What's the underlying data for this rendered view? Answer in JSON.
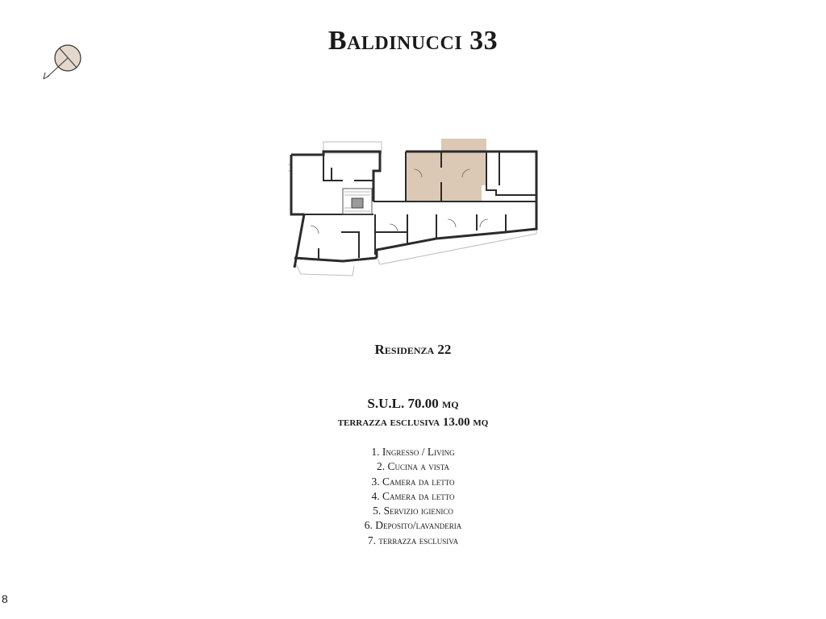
{
  "document": {
    "title": "Baldinucci 33",
    "residence": "Residenza 22",
    "area": "S.U.L. 70.00 mq",
    "terrace": "terrazza esclusiva 13.00 mq",
    "rooms": [
      "1. Ingresso / Living",
      "2. Cucina a vista",
      "3. Camera da letto",
      "4. Camera da letto",
      "5. Servizio igienico",
      "6. Deposito/lavanderia",
      "7. terrazza esclusiva"
    ],
    "page_number": "8"
  },
  "icons": {
    "compass": "north-arrow-icon",
    "plan": "floor-plan-drawing"
  },
  "colors": {
    "highlight": "#dcc9b5",
    "walls": "#2b2b2b",
    "text": "#1a1a1a"
  }
}
